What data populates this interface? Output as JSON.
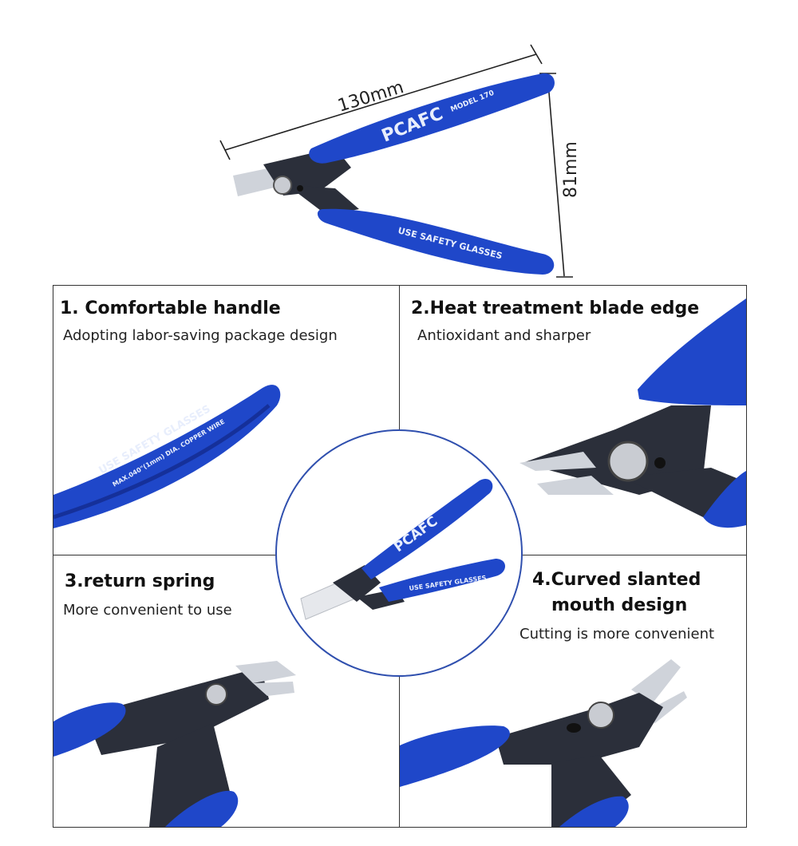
{
  "hero": {
    "width_label": "130mm",
    "height_label": "81mm",
    "brand": "PCAFC",
    "handle_text": "USE SAFETY GLASSES",
    "model_text": "MODEL 170"
  },
  "features": [
    {
      "title": "1. Comfortable handle",
      "subtitle": "Adopting labor-saving package design",
      "handle_text": "USE SAFETY GLASSES",
      "handle_subtext": "MAX.040\"(1mm) DIA. COPPER WIRE"
    },
    {
      "title": "2.Heat treatment blade edge",
      "subtitle": "Antioxidant and sharper"
    },
    {
      "title": "3.return spring",
      "subtitle": "More convenient to use"
    },
    {
      "title_line1": "4.Curved slanted",
      "title_line2": "mouth design",
      "subtitle": "Cutting is more convenient"
    }
  ],
  "center": {
    "brand": "PCAFC",
    "handle_text": "USE SAFETY GLASSES"
  },
  "colors": {
    "handle_blue": "#1f47c9",
    "handle_dark": "#15309a",
    "metal": "#2b2f3a",
    "blade": "#cfd3da",
    "border": "#333333"
  }
}
